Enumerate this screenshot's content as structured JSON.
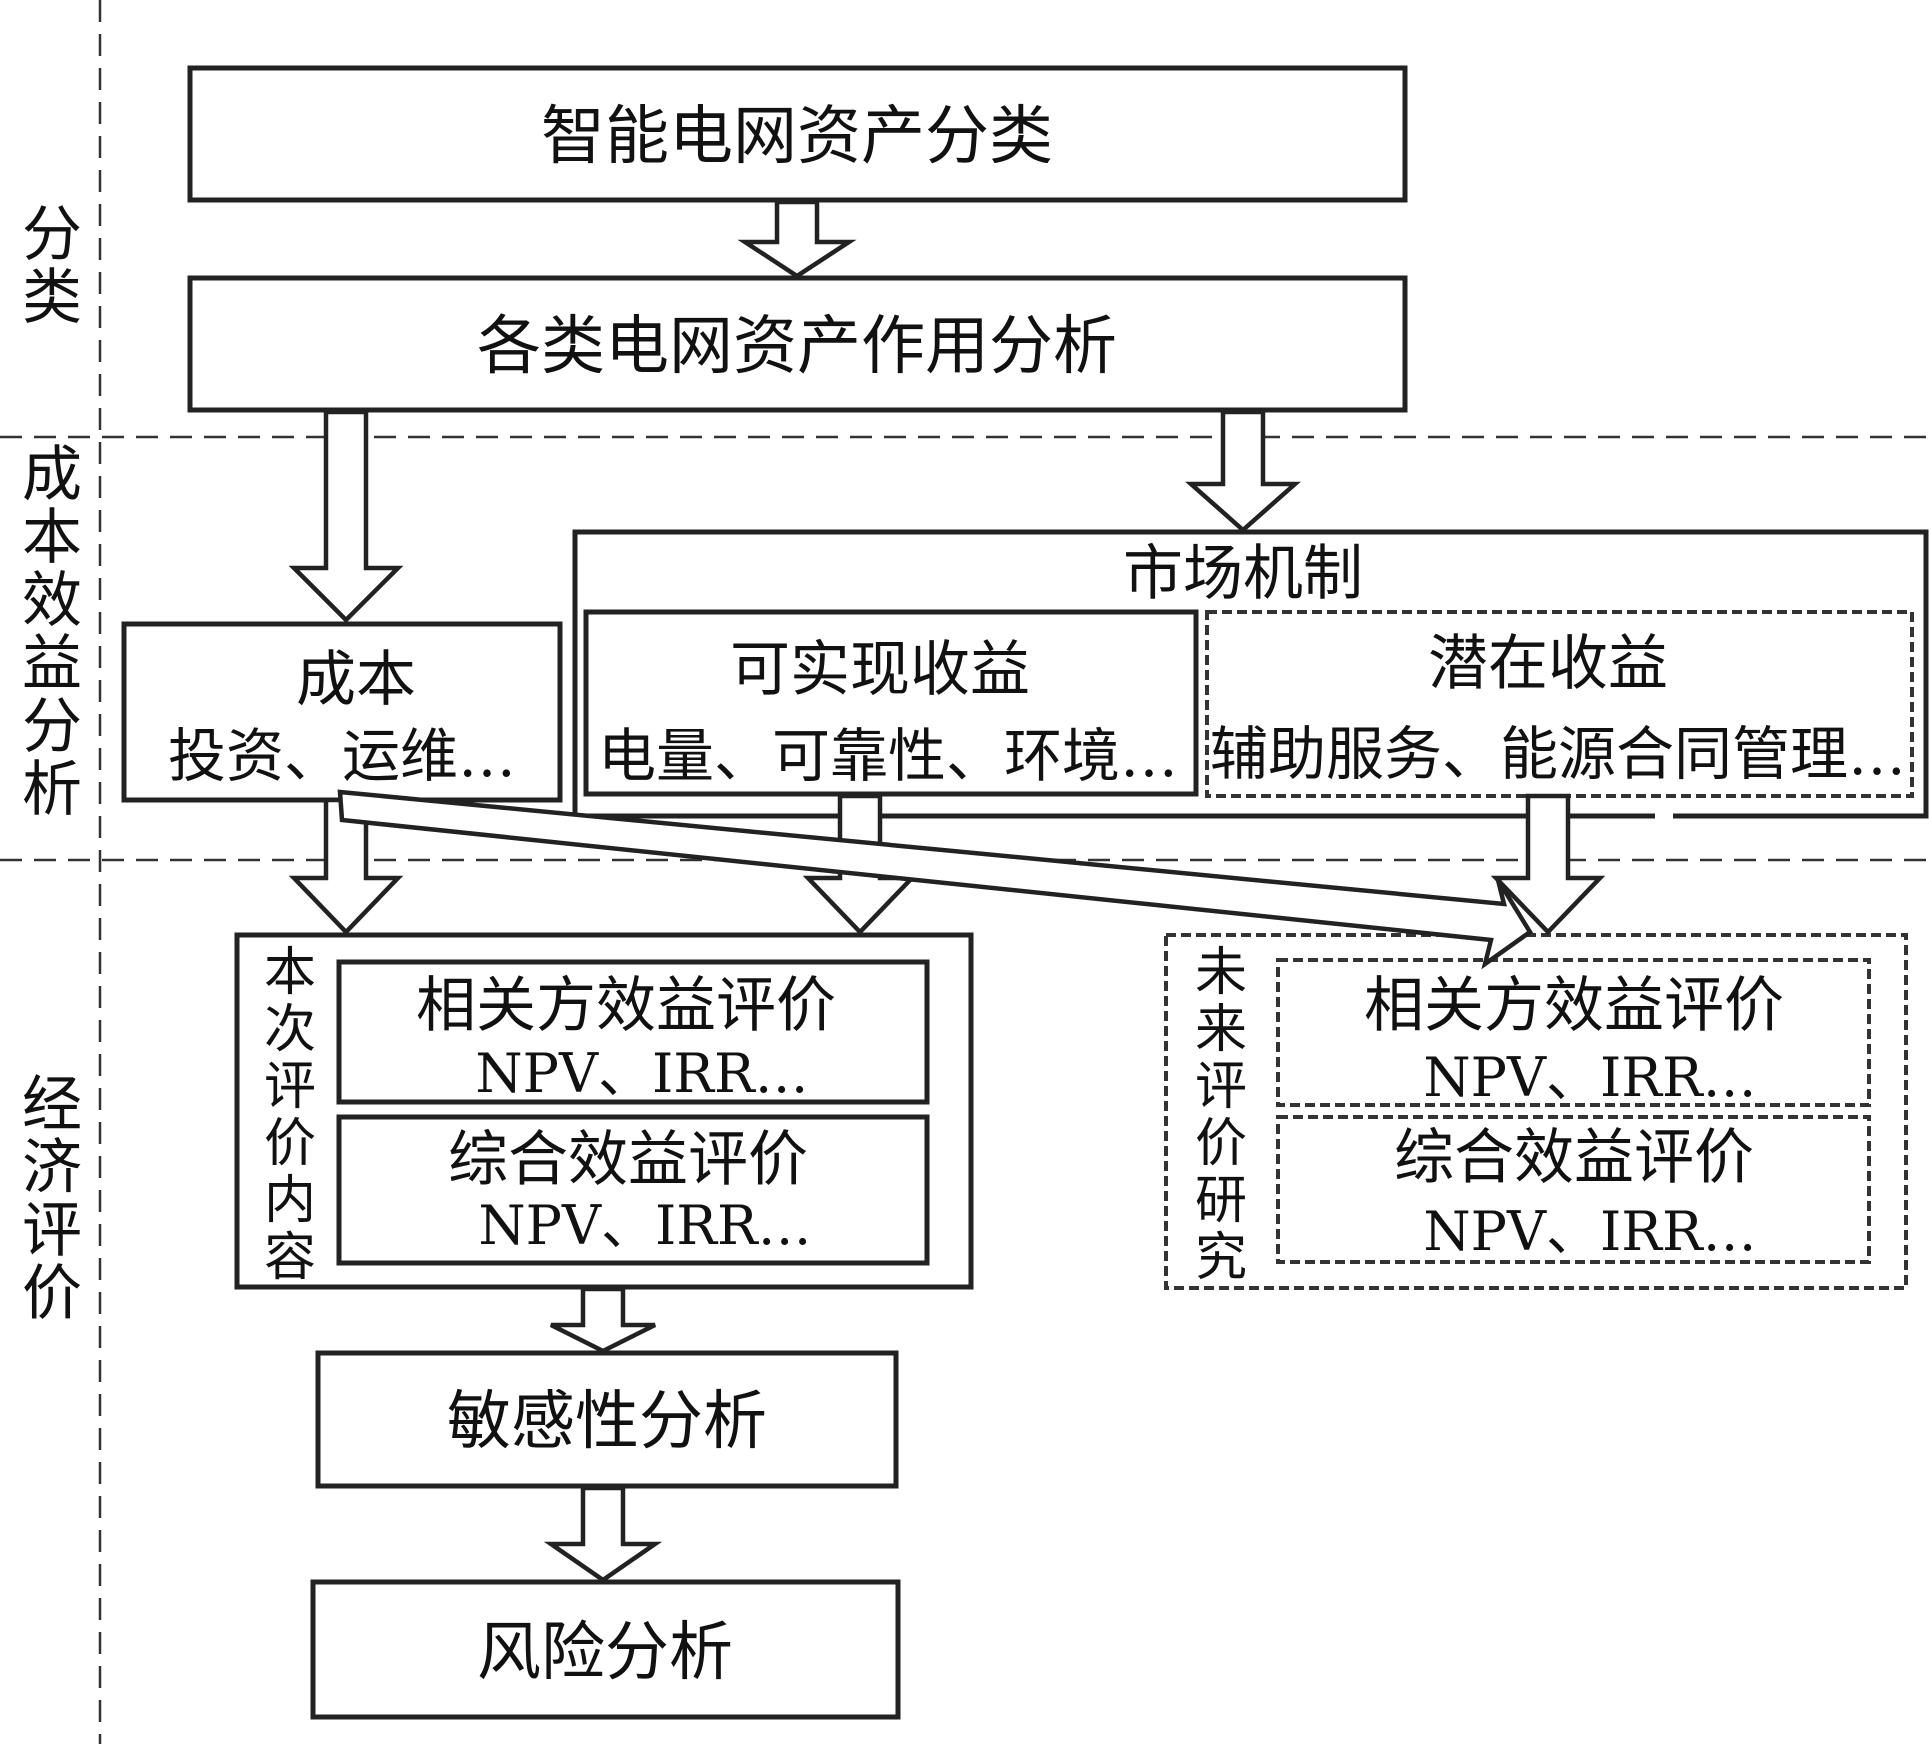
{
  "sections": {
    "classification": "分类",
    "cost_benefit": "成本效益分析",
    "economic_eval": "经济评价"
  },
  "boxes": {
    "smart_grid_classification": "智能电网资产分类",
    "asset_role_analysis": "各类电网资产作用分析",
    "cost_title": "成本",
    "cost_items": "投资、运维…",
    "market_mechanism": "市场机制",
    "realizable_title": "可实现收益",
    "realizable_items": "电量、可靠性、环境…",
    "potential_title": "潜在收益",
    "potential_items": "辅助服务、能源合同管理…",
    "current_eval_label": "本次评价内容",
    "future_eval_label": "未来评价研究",
    "stakeholder_title": "相关方效益评价",
    "stakeholder_metrics": "NPV、IRR…",
    "comprehensive_title": "综合效益评价",
    "comprehensive_metrics": "NPV、IRR…",
    "future_stakeholder_title": "相关方效益评价",
    "future_stakeholder_metrics": "NPV、IRR…",
    "future_comprehensive_title": "综合效益评价",
    "future_comprehensive_metrics": "NPV、IRR…",
    "sensitivity_analysis": "敏感性分析",
    "risk_analysis": "风险分析"
  }
}
